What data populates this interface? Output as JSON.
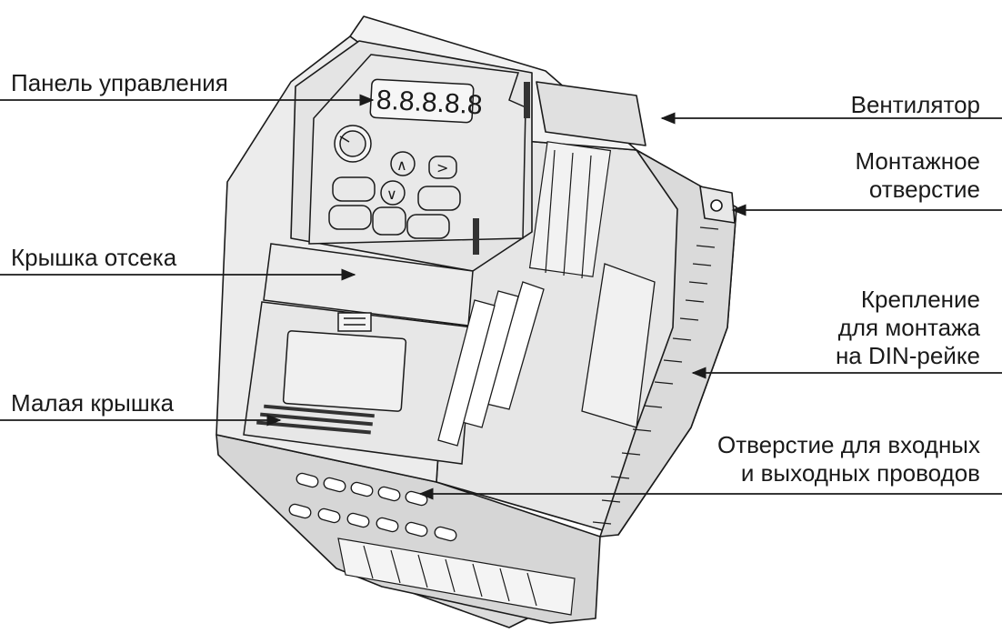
{
  "labels": {
    "control_panel": "Панель управления",
    "compartment_cover": "Крышка отсека",
    "small_cover": "Малая крышка",
    "fan": "Вентилятор",
    "mounting_hole": [
      "Монтажное",
      "отверстие"
    ],
    "din_rail_mount": [
      "Крепление",
      "для монтажа",
      "на DIN-рейке"
    ],
    "wire_hole": [
      "Отверстие для входных",
      "и выходных проводов"
    ]
  },
  "display_digits": "8.8.8.8.8",
  "keypad": {
    "up_key": "∧",
    "right_key": ">",
    "down_key": "∨"
  },
  "colors": {
    "line": "#1a1a1a",
    "body_light": "#efefef",
    "body_mid": "#e2e2e2",
    "body_dark": "#d2d2d2",
    "panel": "#e6e6e6"
  },
  "icons": [
    "arrow-icon",
    "potentiometer-knob-icon"
  ]
}
